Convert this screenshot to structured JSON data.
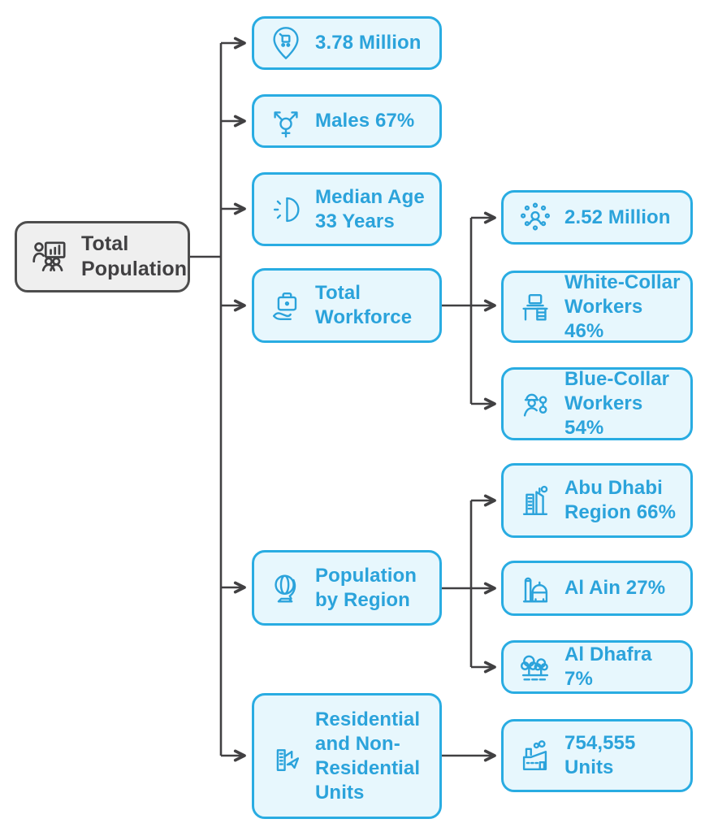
{
  "colors": {
    "accent_border": "#29ACE2",
    "accent_text": "#2BA3DB",
    "node_fill": "#E7F7FD",
    "root_fill": "#EFEFEF",
    "root_border": "#4D4D4D",
    "root_text": "#414042",
    "connector": "#414042"
  },
  "root": {
    "label": "Total Population",
    "icon": "population-presentation-icon"
  },
  "level1": [
    {
      "label": "3.78 Million",
      "icon": "location-pin-icon"
    },
    {
      "label": "Males 67%",
      "icon": "gender-symbol-icon"
    },
    {
      "label": "Median Age 33 Years",
      "icon": "median-age-dial-icon"
    },
    {
      "label": "Total Workforce",
      "icon": "briefcase-hand-icon"
    },
    {
      "label": "Population by Region",
      "icon": "globe-icon"
    },
    {
      "label": "Residential and Non-Residential Units",
      "icon": "building-cursor-icon"
    }
  ],
  "workforce_children": [
    {
      "label": "2.52 Million",
      "icon": "people-network-icon"
    },
    {
      "label": "White-Collar Workers 46%",
      "icon": "desk-laptop-icon"
    },
    {
      "label": "Blue-Collar Workers 54%",
      "icon": "worker-wrench-icon"
    }
  ],
  "region_children": [
    {
      "label": "Abu Dhabi Region 66%",
      "icon": "city-buildings-icon"
    },
    {
      "label": "Al Ain 27%",
      "icon": "fort-mosque-icon"
    },
    {
      "label": "Al Dhafra 7%",
      "icon": "desert-trees-icon"
    }
  ],
  "units_children": [
    {
      "label": "754,555 Units",
      "icon": "factory-icon"
    }
  ]
}
